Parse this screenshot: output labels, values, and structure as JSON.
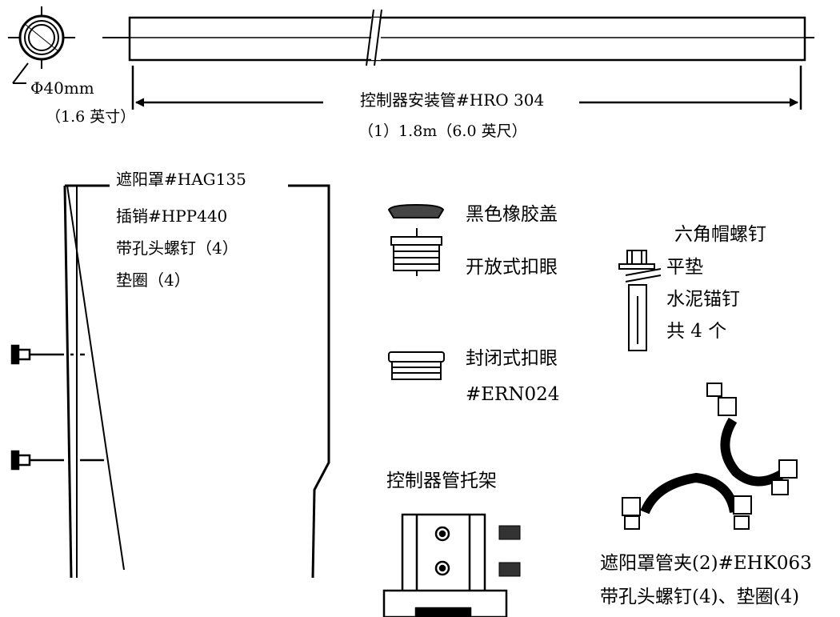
{
  "pipe": {
    "diameter_label": "Φ40mm",
    "diameter_inch_label": "（1.6 英寸）",
    "name_label": "控制器安装管#HRO 304",
    "length_label": "（1）1.8m（6.0 英尺）"
  },
  "shield": {
    "lines": [
      "遮阳罩#HAG135",
      "插销#HPP440",
      "带孔头螺钉（4）",
      "垫圈（4）"
    ]
  },
  "caps": {
    "black_cap": "黑色橡胶盖",
    "open_grommet": "开放式扣眼",
    "closed_grommet_line1": "封闭式扣眼",
    "closed_grommet_line2": "#ERN024"
  },
  "anchor": {
    "lines": [
      "六角帽螺钉",
      "平垫",
      "水泥锚钉",
      "共 4 个"
    ]
  },
  "bracket": {
    "label": "控制器管托架"
  },
  "clamp": {
    "line1": "遮阳罩管夹(2)#EHK063",
    "line2": "带孔头螺钉(4)、垫圈(4)"
  }
}
